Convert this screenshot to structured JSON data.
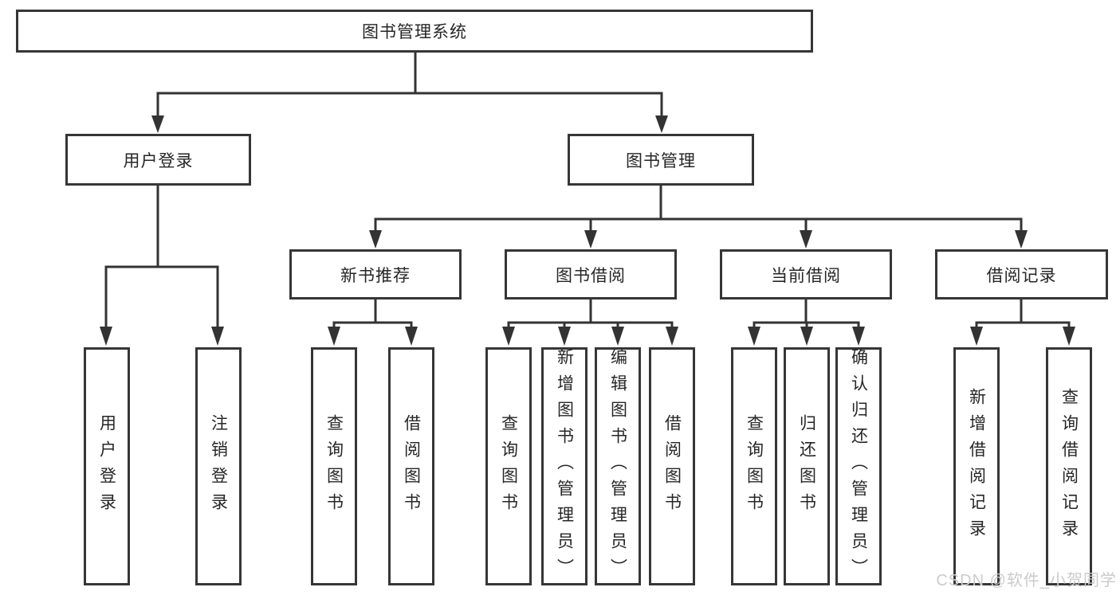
{
  "diagram": {
    "root": {
      "label": "图书管理系统"
    },
    "branches": [
      {
        "label": "用户登录",
        "children": [
          {
            "label": "用户登录"
          },
          {
            "label": "注销登录"
          }
        ]
      },
      {
        "label": "图书管理",
        "children": [
          {
            "label": "新书推荐",
            "children": [
              {
                "label": "查询图书"
              },
              {
                "label": "借阅图书"
              }
            ]
          },
          {
            "label": "图书借阅",
            "children": [
              {
                "label": "查询图书"
              },
              {
                "label": "新增图书（管理员）"
              },
              {
                "label": "编辑图书（管理员）"
              },
              {
                "label": "借阅图书"
              }
            ]
          },
          {
            "label": "当前借阅",
            "children": [
              {
                "label": "查询图书"
              },
              {
                "label": "归还图书"
              },
              {
                "label": "确认归还（管理员）"
              }
            ]
          },
          {
            "label": "借阅记录",
            "children": [
              {
                "label": "新增借阅记录"
              },
              {
                "label": "查询借阅记录"
              }
            ]
          }
        ]
      }
    ]
  },
  "watermark": {
    "text": "CSDN @软件_小贺同学"
  },
  "colors": {
    "line": "#333333",
    "box_border": "#363636",
    "text": "#262626",
    "watermark": "#cbcbcb",
    "background": "#ffffff"
  }
}
